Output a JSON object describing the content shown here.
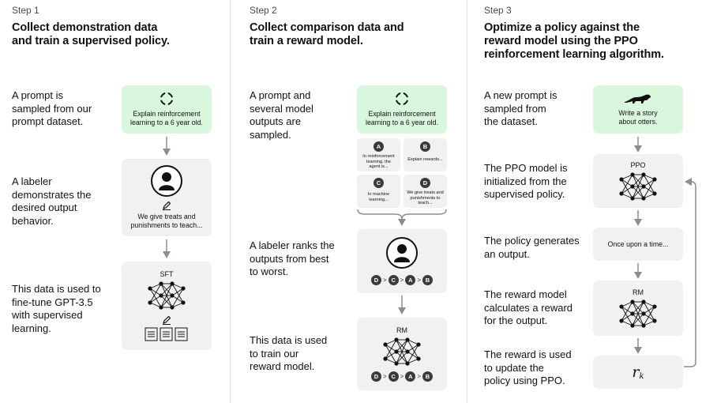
{
  "step1": {
    "step": "Step 1",
    "heading_l1": "Collect demonstration data",
    "heading_l2": "and train a supervised policy.",
    "desc1": [
      "A prompt is",
      "sampled from our",
      "prompt dataset."
    ],
    "desc2": [
      "A labeler",
      "demonstrates the",
      "desired output",
      "behavior."
    ],
    "desc3": [
      "This data is used to",
      "fine-tune GPT-3.5",
      "with supervised",
      "learning."
    ],
    "prompt_l1": "Explain reinforcement",
    "prompt_l2": "learning to a 6 year old.",
    "demo_l1": "We give treats and",
    "demo_l2": "punishments to teach...",
    "sft_label": "SFT"
  },
  "step2": {
    "step": "Step 2",
    "heading_l1": "Collect comparison data and",
    "heading_l2": "train a reward model.",
    "desc1": [
      "A prompt and",
      "several model",
      "outputs are",
      "sampled."
    ],
    "desc2": [
      "A labeler ranks the",
      "outputs from best",
      "to worst."
    ],
    "desc3": [
      "This data is used",
      "to train our",
      "reward model."
    ],
    "prompt_l1": "Explain reinforcement",
    "prompt_l2": "learning to a 6 year old.",
    "outputs": [
      {
        "letter": "A",
        "text": [
          "In reinforcement",
          "learning, the",
          "agent is..."
        ]
      },
      {
        "letter": "B",
        "text": [
          "Explain rewards..."
        ]
      },
      {
        "letter": "C",
        "text": [
          "In machine",
          "learning..."
        ]
      },
      {
        "letter": "D",
        "text": [
          "We give treats and",
          "punishments to",
          "teach..."
        ]
      }
    ],
    "ranking": [
      "D",
      "C",
      "A",
      "B"
    ],
    "rank_sep": ">",
    "rm_label": "RM"
  },
  "step3": {
    "step": "Step 3",
    "heading_l1": "Optimize a policy against the",
    "heading_l2": "reward model using the PPO",
    "heading_l3": "reinforcement learning algorithm.",
    "desc1": [
      "A new prompt is",
      "sampled from",
      "the dataset."
    ],
    "desc2": [
      "The PPO model is",
      "initialized from the",
      "supervised policy."
    ],
    "desc3": [
      "The policy generates",
      "an output."
    ],
    "desc4": [
      "The reward model",
      "calculates a reward",
      "for the output."
    ],
    "desc5": [
      "The reward is used",
      "to update the",
      "policy using PPO."
    ],
    "prompt_l1": "Write a story",
    "prompt_l2": "about otters.",
    "ppo_label": "PPO",
    "output_text": "Once upon a time...",
    "rm_label": "RM",
    "reward_symbol": "r",
    "reward_sub": "k"
  },
  "colors": {
    "green_box": "#d9f7dc",
    "gray_box": "#f1f1f0",
    "arrow": "#8a8f96"
  }
}
